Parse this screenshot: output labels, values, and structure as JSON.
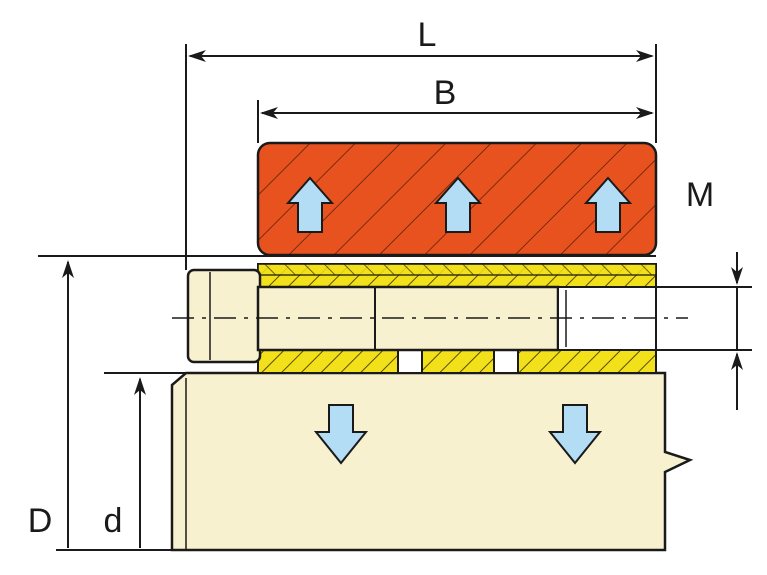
{
  "labels": {
    "L": "L",
    "B": "B",
    "M": "M",
    "D": "D",
    "d": "d"
  },
  "colors": {
    "hub": "#e8521f",
    "ring": "#f2e11a",
    "shaft": "#f7f1cf",
    "screw": "#f7f1cf",
    "arrow_fill": "#b3dcf5",
    "line": "#1a1a1a"
  },
  "icons": {
    "pressure_up": "arrow-up-icon",
    "pressure_down": "arrow-down-icon"
  }
}
